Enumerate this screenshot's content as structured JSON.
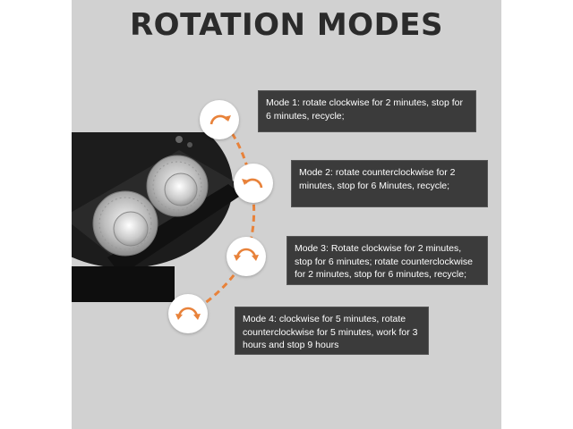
{
  "title": "ROTATION MODES",
  "colors": {
    "panel_bg": "#d1d1d1",
    "title": "#2b2b2b",
    "box_bg": "#3b3b3b",
    "box_text": "#ffffff",
    "accent": "#e8823a"
  },
  "modes": [
    {
      "icon": "clockwise-arrow-icon",
      "text": "Mode 1: rotate clockwise for 2 minutes, stop for 6 minutes, recycle;"
    },
    {
      "icon": "counterclockwise-arrow-icon",
      "text": "Mode 2: rotate counterclockwise for 2 minutes, stop for 6 Minutes, recycle;"
    },
    {
      "icon": "bidirectional-arrow-icon",
      "text": "Mode 3: Rotate clockwise for 2 minutes, stop for 6 minutes; rotate counterclockwise for 2 minutes, stop for 6 minutes, recycle;"
    },
    {
      "icon": "bidirectional-arrow-icon",
      "text": "Mode 4: clockwise for 5 minutes, rotate counterclockwise for 5 minutes, work for 3 hours and stop 9 hours"
    }
  ]
}
